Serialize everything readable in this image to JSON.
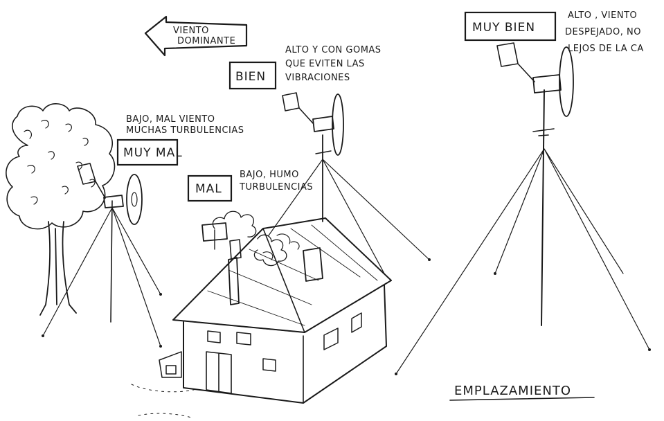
{
  "wind_arrow": {
    "line1": "VIENTO",
    "line2": "DOMINANTE"
  },
  "placements": [
    {
      "rating": "MUY MAL",
      "note_line1": "BAJO, MAL VIENTO",
      "note_line2": "MUCHAS TURBULENCIAS"
    },
    {
      "rating": "MAL",
      "note_line1": "BAJO, HUMO",
      "note_line2": "TURBULENCIAS"
    },
    {
      "rating": "BIEN",
      "note_line1": "ALTO Y CON GOMAS",
      "note_line2": "QUE EVITEN LAS",
      "note_line3": "VIBRACIONES"
    },
    {
      "rating": "MUY BIEN",
      "note_line1": "ALTO , VIENTO",
      "note_line2": "DESPEJADO, NO",
      "note_line3": "LEJOS DE LA CA"
    }
  ],
  "caption": "EMPLAZAMIENTO"
}
